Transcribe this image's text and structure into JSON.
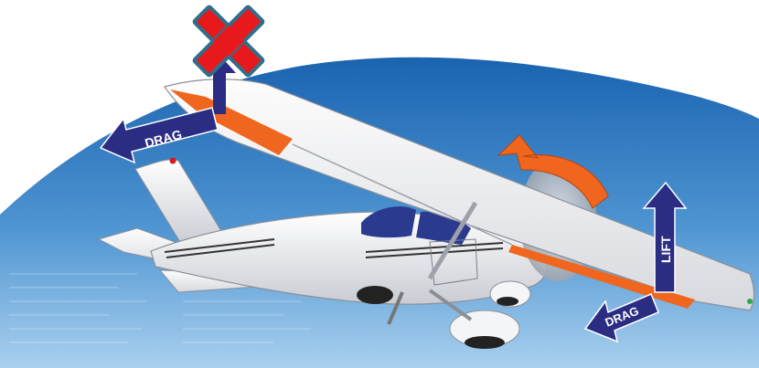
{
  "diagram": {
    "labels": {
      "drag_left": "DRAG",
      "drag_right": "DRAG",
      "lift": "LIFT"
    },
    "colors": {
      "sky_top": "#1e6fb8",
      "sky_bottom": "#7fb8e0",
      "force_arrow": "#2b2d83",
      "aileron": "#f0661e",
      "roll_arrow": "#f0661e",
      "cross_mark": "#e8191c",
      "cross_outline": "#2f6f8b"
    },
    "icons": [
      "cross-mark-icon",
      "roll-arrow-icon"
    ]
  }
}
